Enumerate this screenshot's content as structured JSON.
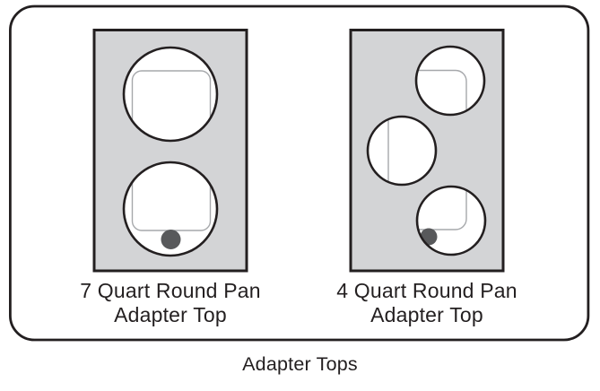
{
  "colors": {
    "outline": "#231f20",
    "panel_fill": "#d3d4d6",
    "hole_fill": "#ffffff",
    "pan_outline": "#a6a8ab",
    "dot": "#58595b",
    "text": "#231f20",
    "background": "#ffffff"
  },
  "figure": {
    "caption": "Adapter Tops",
    "panels": [
      {
        "label_line1": "7 Quart Round Pan",
        "label_line2": "Adapter Top",
        "hole_count": 2
      },
      {
        "label_line1": "4 Quart Round Pan",
        "label_line2": "Adapter Top",
        "hole_count": 3
      }
    ]
  }
}
